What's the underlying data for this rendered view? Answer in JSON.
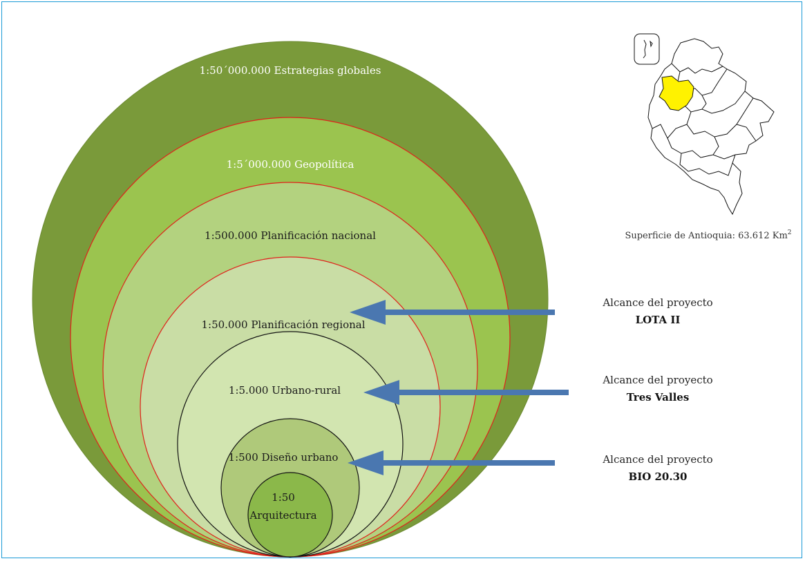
{
  "colors": {
    "frame": "#1a9ad6",
    "ring_1": "#7a9a3a",
    "ring_2": "#9bc44f",
    "ring_3": "#b3d27f",
    "ring_4": "#c9dda5",
    "ring_5": "#d2e5b0",
    "ring_6": "#afc97a",
    "ring_7": "#8bb84a",
    "ring_outline_red": "#e0201b",
    "ring_outline_black": "#111111",
    "arrow": "#4a77b0",
    "map_highlight": "#fff200"
  },
  "rings": [
    {
      "id": "ring-global",
      "label": "1:50´000.000 Estrategias globales"
    },
    {
      "id": "ring-geopolitica",
      "label": "1:5´000.000 Geopolítica"
    },
    {
      "id": "ring-nacional",
      "label": "1:500.000 Planificación nacional"
    },
    {
      "id": "ring-regional",
      "label": "1:50.000 Planificación regional"
    },
    {
      "id": "ring-urbano-rural",
      "label": "1:5.000 Urbano-rural"
    },
    {
      "id": "ring-diseno-urbano",
      "label": "1:500 Diseño urbano"
    },
    {
      "id": "ring-arquitectura",
      "label_line1": "1:50",
      "label_line2": "Arquitectura"
    }
  ],
  "projects": [
    {
      "id": "project-lota",
      "caption": "Alcance del proyecto",
      "name": "LOTA II"
    },
    {
      "id": "project-tres-valles",
      "caption": "Alcance del proyecto",
      "name": "Tres Valles"
    },
    {
      "id": "project-bio",
      "caption": "Alcance del proyecto",
      "name": "BIO 20.30"
    }
  ],
  "map": {
    "icon": "colombia-map-icon",
    "highlight_region": "Antioquia",
    "caption_main": "Superficie de Antioquia: 63.612 Km",
    "caption_sup": "2"
  }
}
